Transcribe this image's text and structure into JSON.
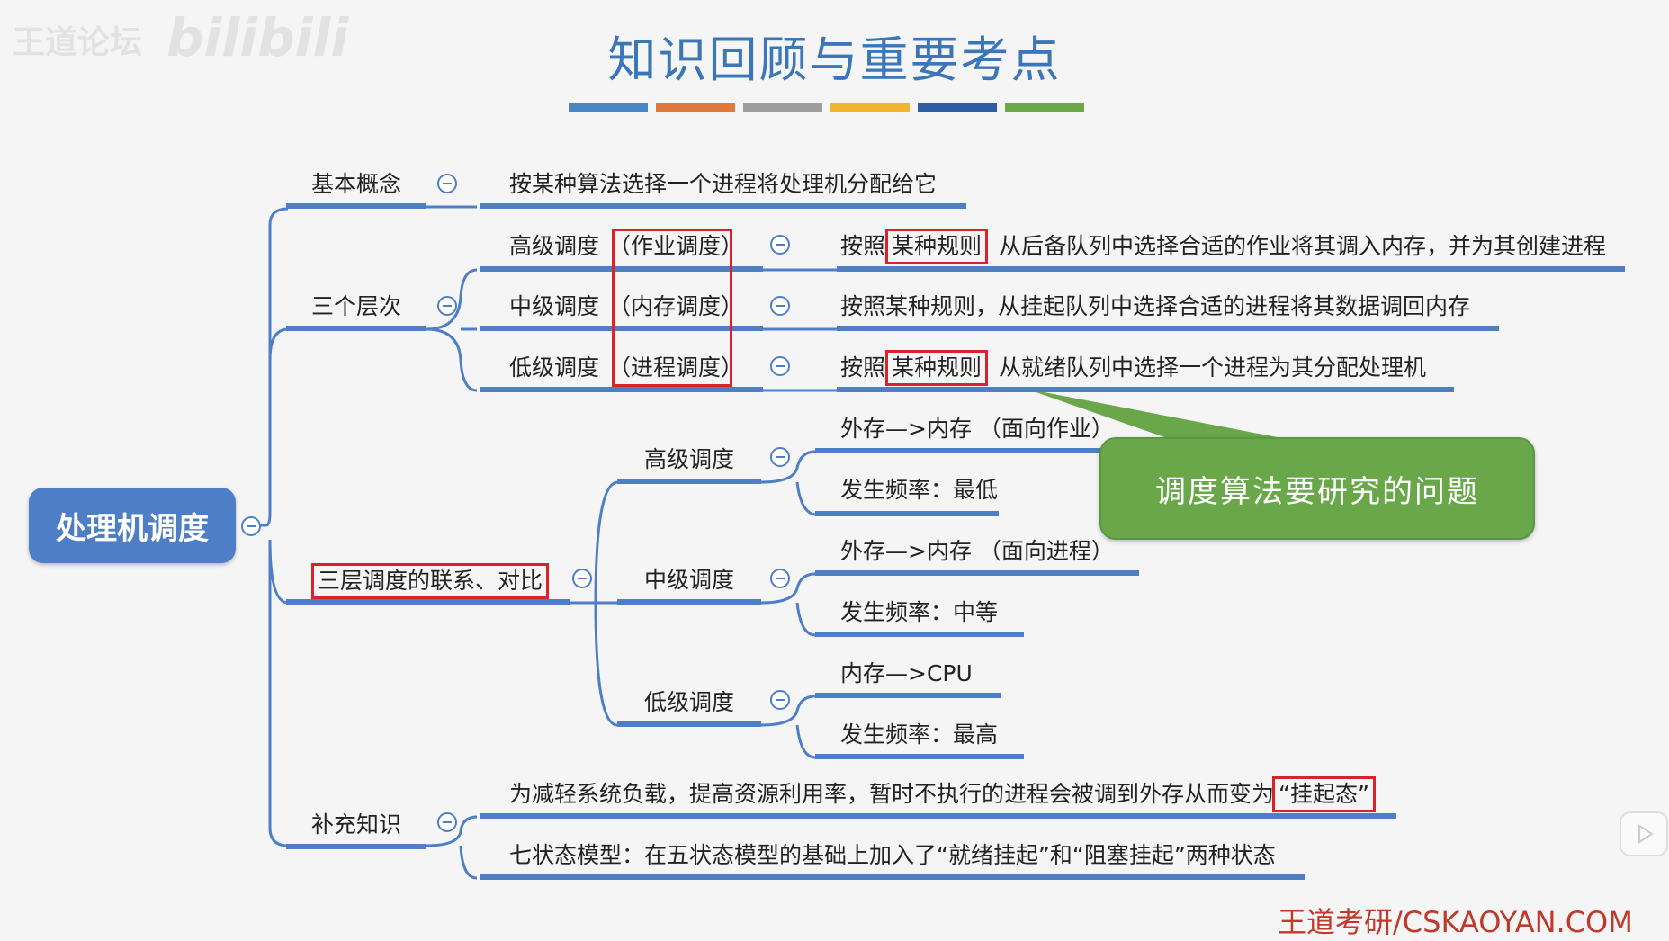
{
  "watermark": {
    "left": "王道论坛",
    "right": "bilibili"
  },
  "title": "知识回顾与重要考点",
  "color_bar": [
    "#4a86c5",
    "#e07a3a",
    "#9e9e9e",
    "#f3b52e",
    "#2f5ea6",
    "#6ca845"
  ],
  "root": "处理机调度",
  "basic": {
    "label": "基本概念",
    "text": "按某种算法选择一个进程将处理机分配给它"
  },
  "levels": {
    "label": "三个层次",
    "items": [
      {
        "name": "高级调度",
        "paren": "（作业调度）",
        "desc_a": "按照",
        "desc_b": "某种规则",
        "desc_c": "从后备队列中选择合适的作业将其调入内存，并为其创建进程"
      },
      {
        "name": "中级调度",
        "paren": "（内存调度）",
        "desc": "按照某种规则，从挂起队列中选择合适的进程将其数据调回内存"
      },
      {
        "name": "低级调度",
        "paren": "（进程调度）",
        "desc_a": "按照",
        "desc_b": "某种规则",
        "desc_c": "从就绪队列中选择一个进程为其分配处理机"
      }
    ]
  },
  "compare": {
    "label": "三层调度的联系、对比",
    "items": [
      {
        "name": "高级调度",
        "a": "外存—>内存 （面向作业）",
        "b": "发生频率：最低"
      },
      {
        "name": "中级调度",
        "a": "外存—>内存 （面向进程）",
        "b": "发生频率：中等"
      },
      {
        "name": "低级调度",
        "a": "内存—>CPU",
        "b": "发生频率：最高"
      }
    ]
  },
  "supplement": {
    "label": "补充知识",
    "line1_a": "为减轻系统负载，提高资源利用率，暂时不执行的进程会被调到外存从而变为",
    "line1_b": "“挂起态”",
    "line2": "七状态模型：在五状态模型的基础上加入了“就绪挂起”和“阻塞挂起”两种状态"
  },
  "callout": "调度算法要研究的问题",
  "footer": "王道考研/CSKAOYAN.COM",
  "colors": {
    "accent": "#4e7fc6",
    "red": "#d8232a",
    "green": "#6aa74a",
    "title": "#3b76b9"
  }
}
